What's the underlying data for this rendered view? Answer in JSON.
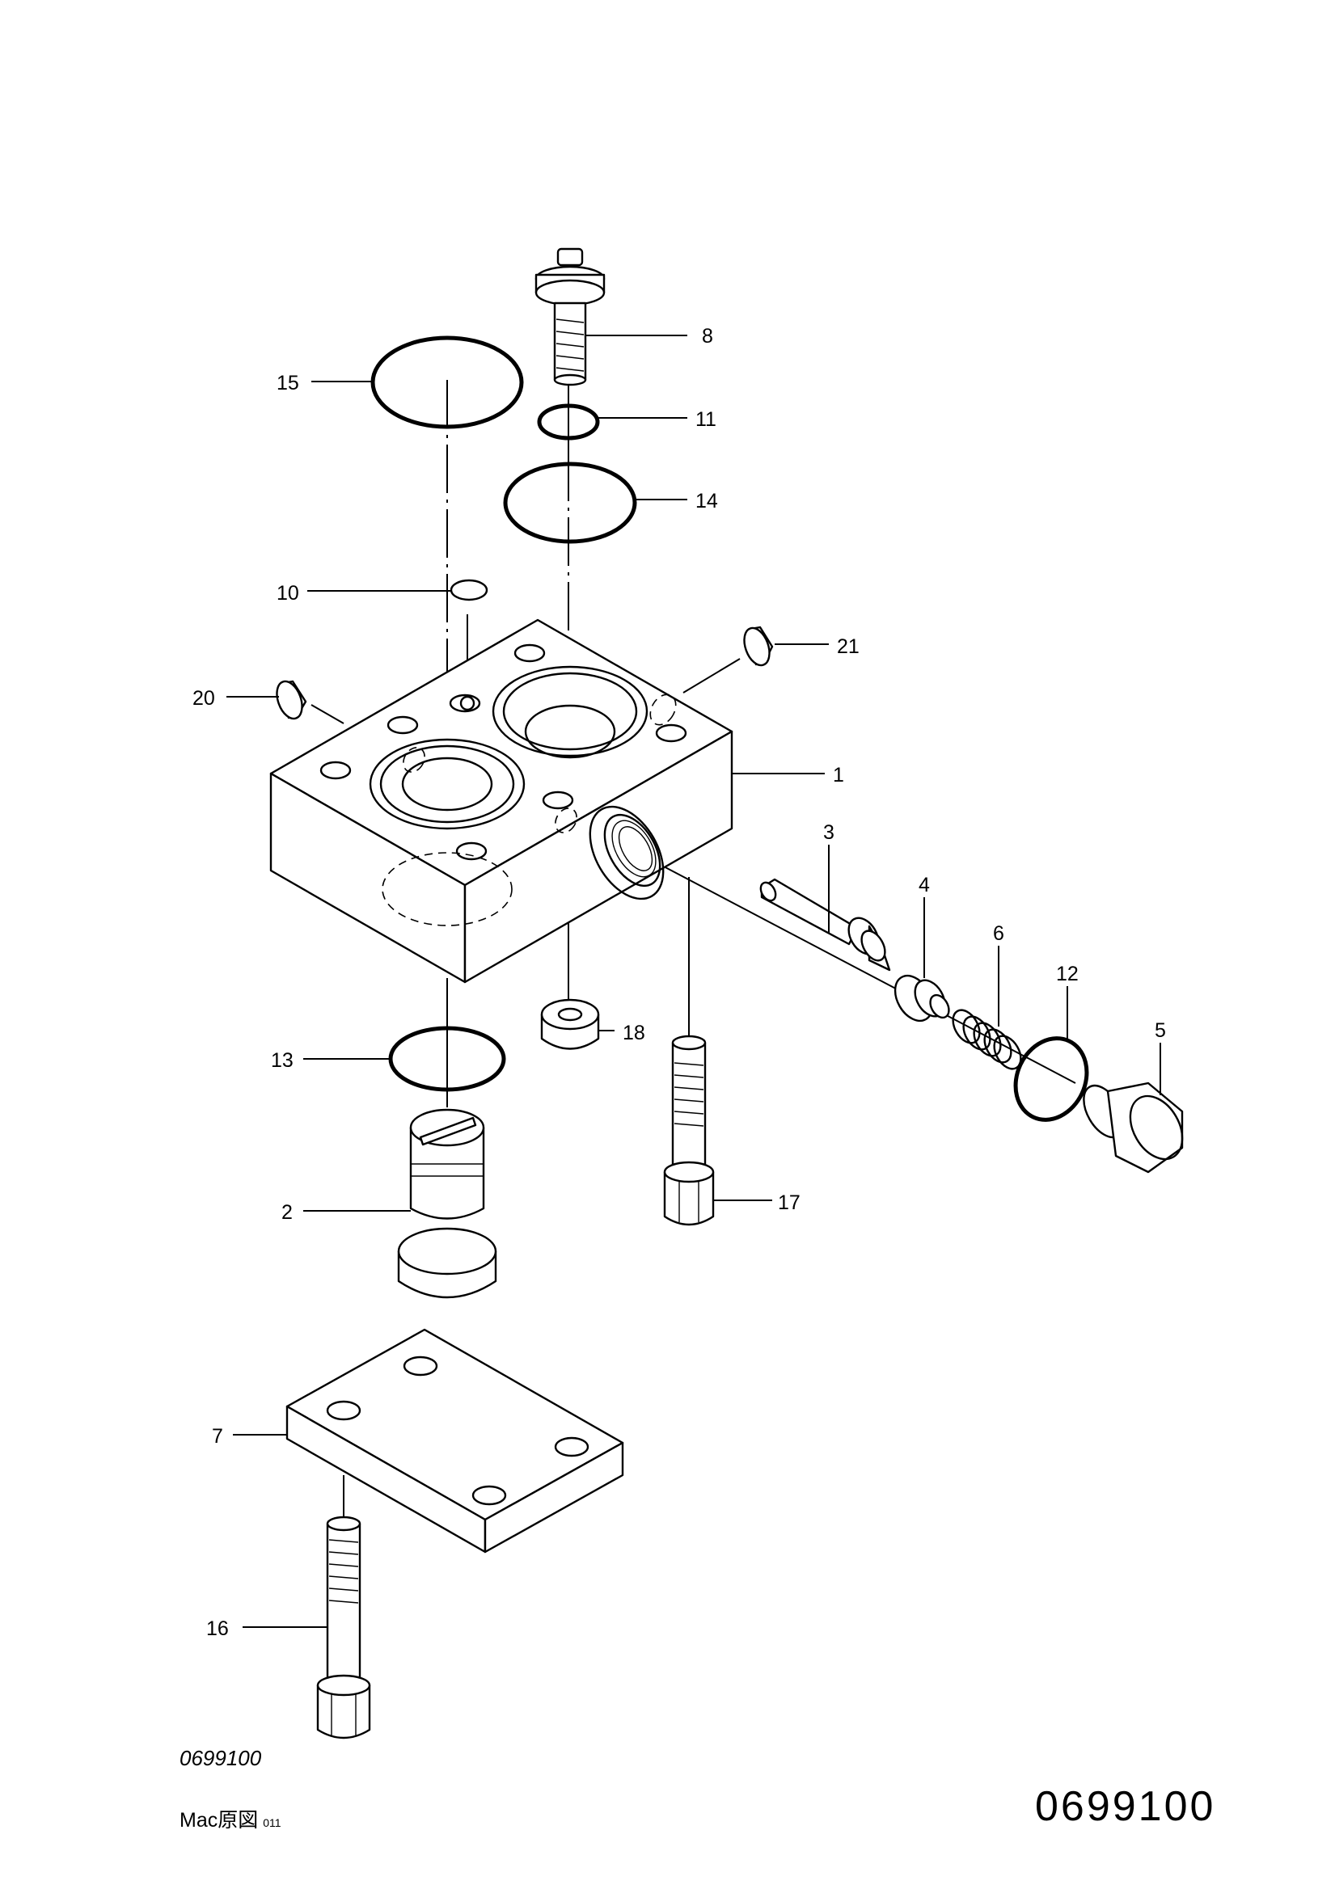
{
  "callouts": {
    "c1": "1",
    "c2": "2",
    "c3": "3",
    "c4": "4",
    "c5": "5",
    "c6": "6",
    "c7": "7",
    "c8": "8",
    "c10": "10",
    "c11": "11",
    "c12": "12",
    "c13": "13",
    "c14": "14",
    "c15": "15",
    "c16": "16",
    "c17": "17",
    "c18": "18",
    "c20": "20",
    "c21": "21"
  },
  "footer": {
    "drawing_code": "0699100",
    "source_label": "Mac原図",
    "source_suffix": "011",
    "page_code": "0699100"
  }
}
